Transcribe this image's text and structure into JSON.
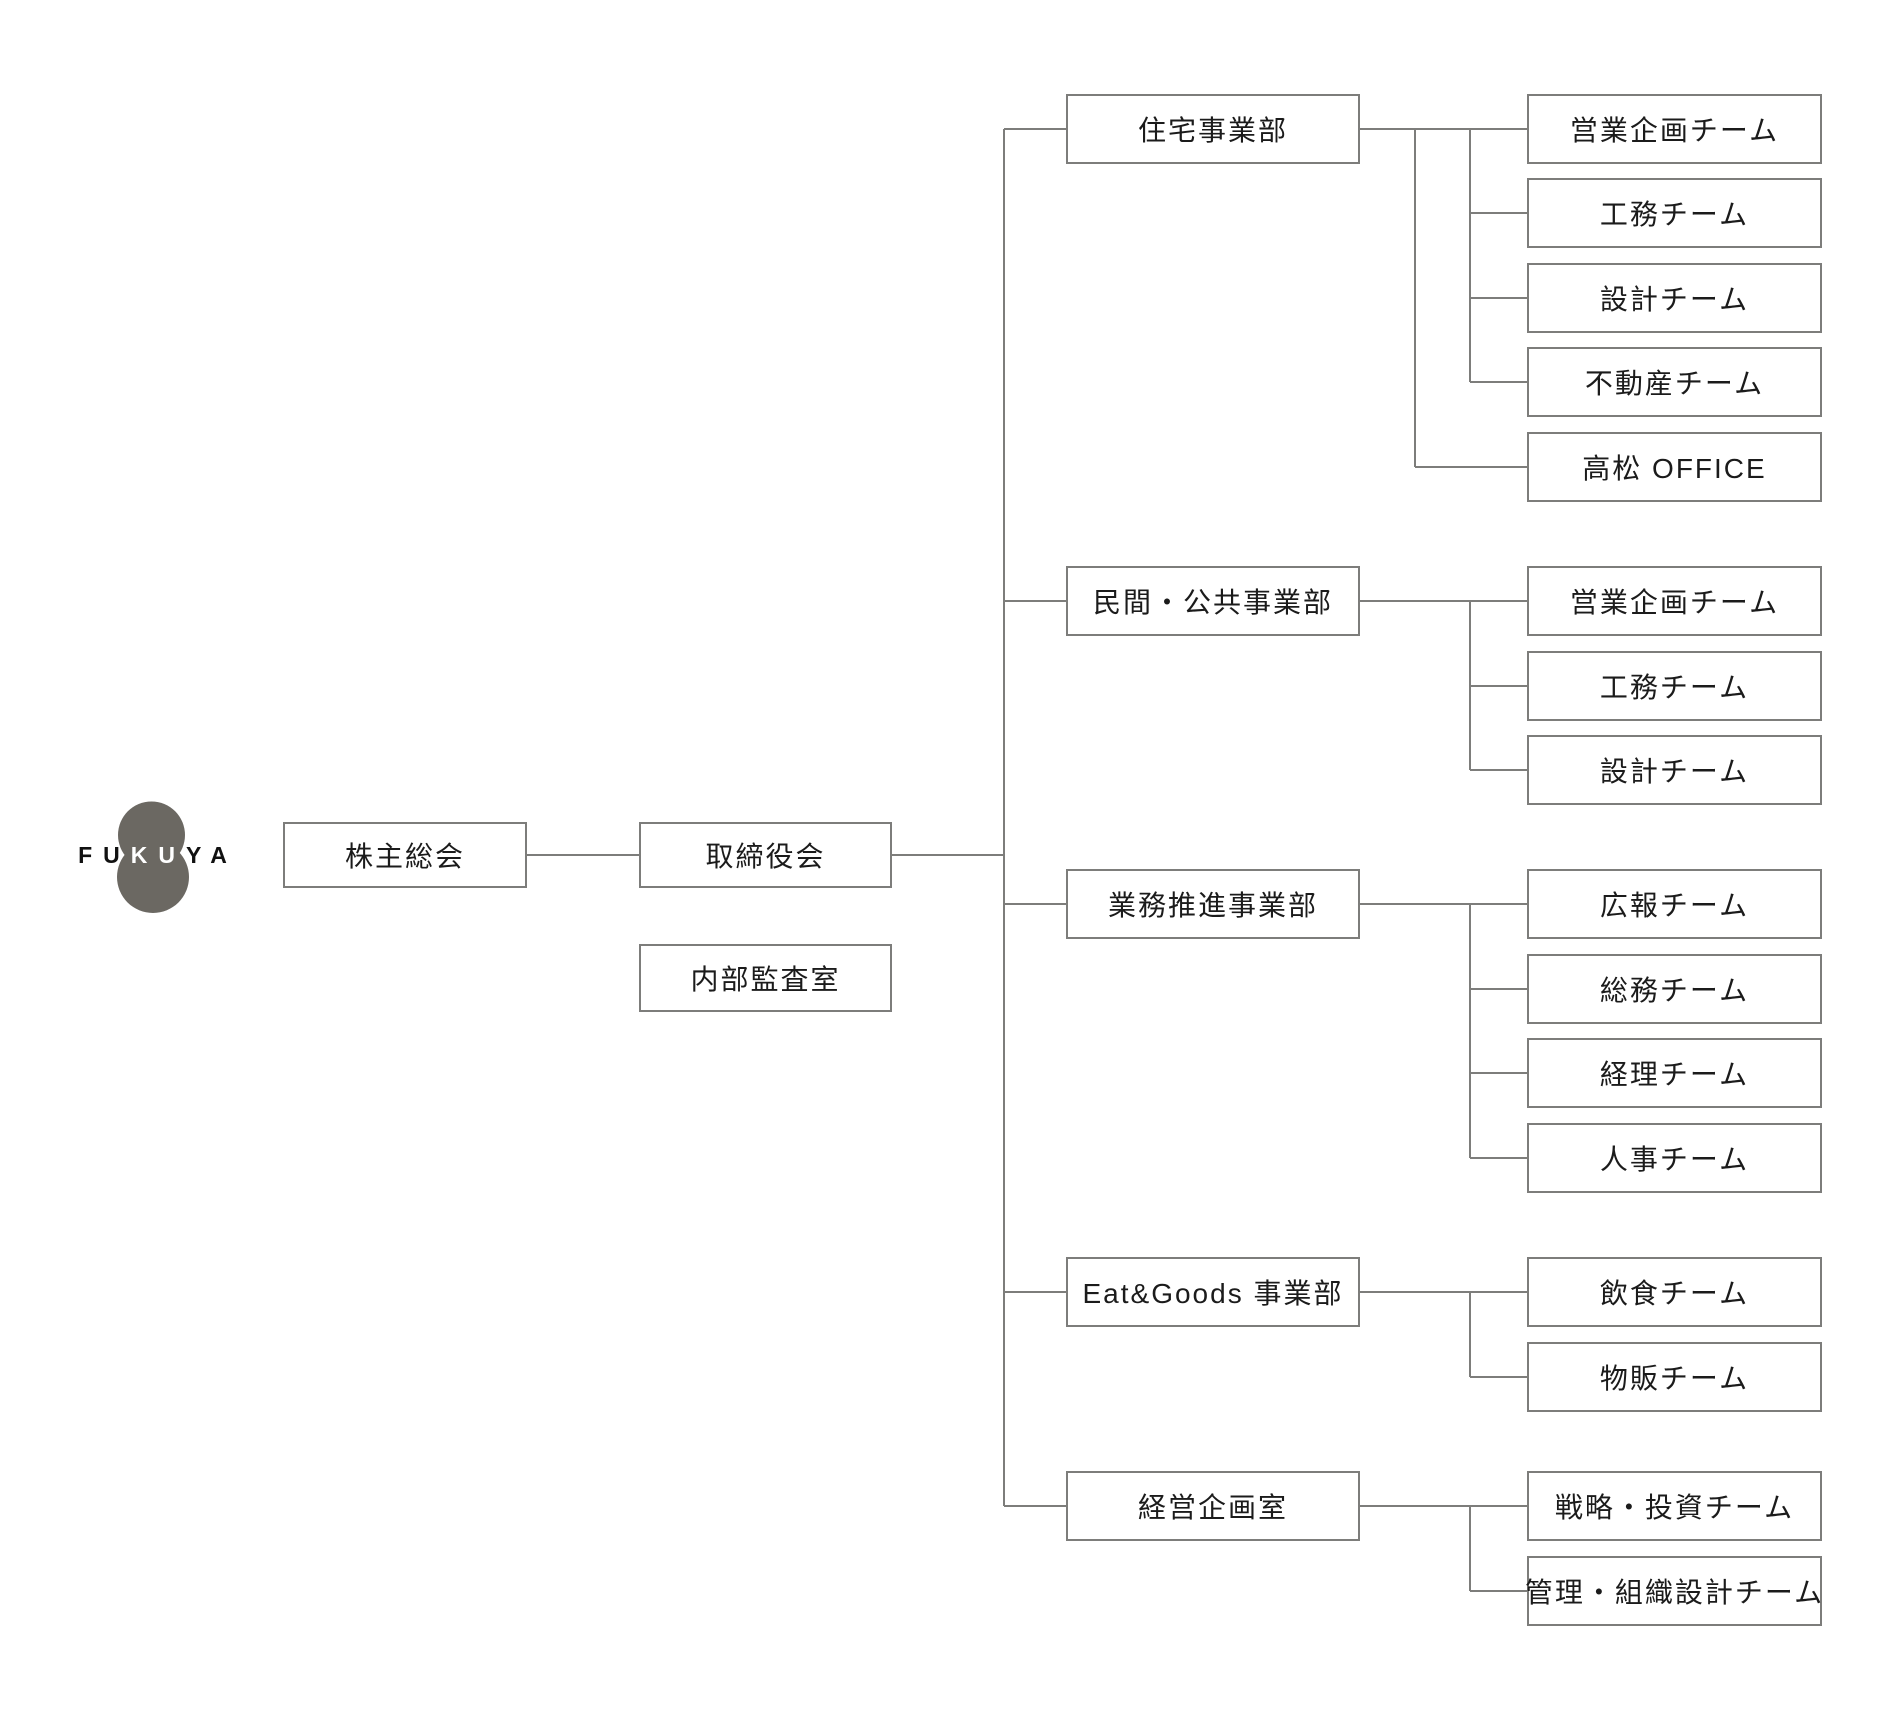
{
  "logo": {
    "brand": "FUKUYA",
    "letters_dark_left": "FU",
    "letters_light": "KU",
    "letters_dark_right": "YA"
  },
  "governance": {
    "shareholders_label": "株主総会",
    "board_label": "取締役会",
    "audit_label": "内部監査室"
  },
  "sections": [
    {
      "division": "住宅事業部",
      "teams": [
        "営業企画チーム",
        "工務チーム",
        "設計チーム",
        "不動産チーム",
        "高松 OFFICE"
      ]
    },
    {
      "division": "民間・公共事業部",
      "teams": [
        "営業企画チーム",
        "工務チーム",
        "設計チーム"
      ]
    },
    {
      "division": "業務推進事業部",
      "teams": [
        "広報チーム",
        "総務チーム",
        "経理チーム",
        "人事チーム"
      ]
    },
    {
      "division": "Eat&Goods 事業部",
      "teams": [
        "飲食チーム",
        "物販チーム"
      ]
    },
    {
      "division": "経営企画室",
      "teams": [
        "戦略・投資チーム",
        "管理・組織設計チーム"
      ]
    }
  ],
  "colors": {
    "line": "#7d7d7b",
    "text": "#1b1b1b",
    "logo_blob": "#6b6862"
  }
}
